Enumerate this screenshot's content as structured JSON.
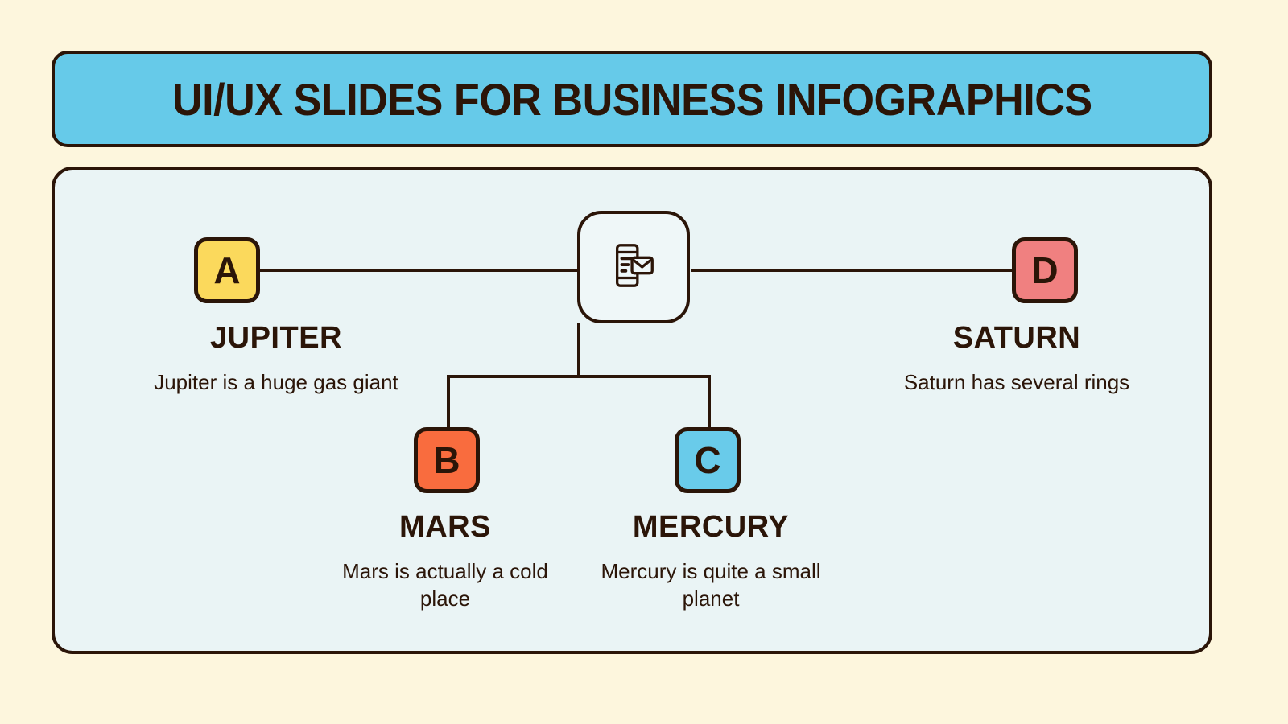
{
  "slide": {
    "title": "UI/UX SLIDES FOR BUSINESS INFOGRAPHICS",
    "background_color": "#fdf6dd",
    "card_background_color": "#eaf4f5",
    "outline_color": "#2b1508"
  },
  "center": {
    "icon": "mobile-email-icon",
    "box_color": "#eff7f8"
  },
  "nodes": [
    {
      "letter": "A",
      "title": "JUPITER",
      "description": "Jupiter is a huge gas giant",
      "color": "#fbd95c"
    },
    {
      "letter": "B",
      "title": "MARS",
      "description": "Mars is actually a cold place",
      "color": "#f96c3e"
    },
    {
      "letter": "C",
      "title": "MERCURY",
      "description": "Mercury is quite a small planet",
      "color": "#69cbea"
    },
    {
      "letter": "D",
      "title": "SATURN",
      "description": "Saturn has several rings",
      "color": "#f08080"
    }
  ]
}
